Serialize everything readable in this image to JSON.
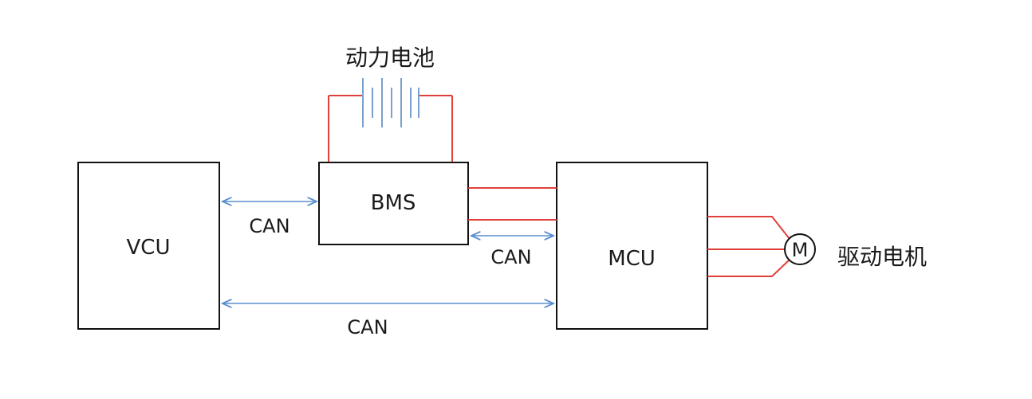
{
  "diagram": {
    "blocks": {
      "vcu": "VCU",
      "bms": "BMS",
      "mcu": "MCU"
    },
    "battery_label": "动力电池",
    "motor_symbol": "M",
    "motor_label": "驱动电机",
    "links": {
      "vcu_bms": "CAN",
      "bms_mcu": "CAN",
      "vcu_mcu": "CAN"
    },
    "colors": {
      "power_line": "#e0403c",
      "can_line": "#5b8fd0",
      "battery": "#7aa0cc",
      "block_border": "#111111"
    }
  }
}
